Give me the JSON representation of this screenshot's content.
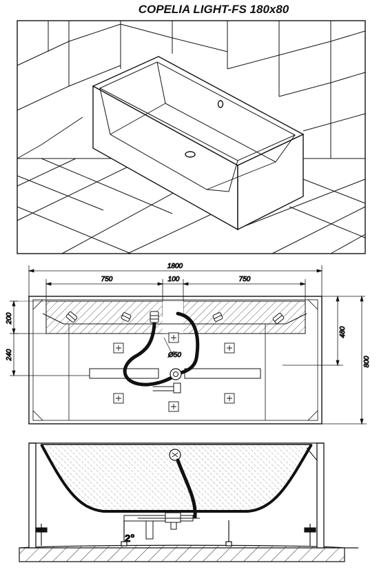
{
  "title": "COPELIA LIGHT-FS 180x80",
  "plan": {
    "total_length": "1800",
    "segment_left": "750",
    "segment_center": "100",
    "segment_right": "750",
    "depth_top": "200",
    "depth_drain": "240",
    "height_inner": "480",
    "height_total": "800",
    "drain_diameter": "Ø50"
  },
  "section": {
    "slope": "2°"
  }
}
